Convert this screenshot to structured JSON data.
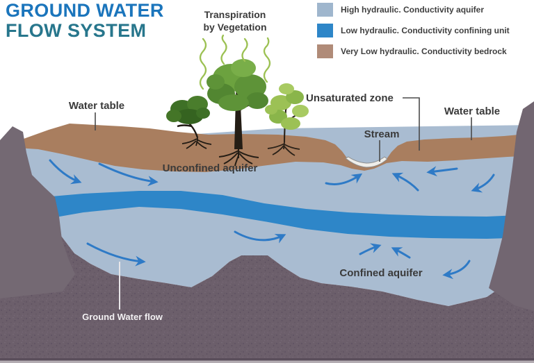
{
  "title": {
    "line1": "GROUND WATER",
    "line2": "FLOW SYSTEM"
  },
  "legend": {
    "items": [
      {
        "label": "High hydraulic. Conductivity aquifer",
        "color": "#9FB6CD"
      },
      {
        "label": "Low hydraulic. Conductivity confining unit",
        "color": "#2E86C8"
      },
      {
        "label": "Very Low hydraulic. Conductivity bedrock",
        "color": "#B08B78"
      }
    ]
  },
  "labels": {
    "transpiration_line1": "Transpiration",
    "transpiration_line2": "by Vegetation",
    "water_table_left": "Water table",
    "unsaturated_zone": "Unsaturated zone",
    "stream": "Stream",
    "water_table_right": "Water table",
    "unconfined_aquifer": "Unconfined aquifer",
    "confined_aquifer": "Confined aquifer",
    "ground_water_flow": "Ground Water flow"
  },
  "colors": {
    "title_blue": "#1B75BC",
    "title_teal": "#27768C",
    "soil": "#A97E5F",
    "aquifer": "#A9BCD1",
    "confining_unit": "#2E86C8",
    "bedrock": "#6C5F6B",
    "rock_outcrop": "#746973",
    "flow_arrow": "#2E7AC6",
    "vegetation_arrow": "#9CC153",
    "label_text": "#3A3A3A",
    "white_text": "#F2F0F2"
  }
}
